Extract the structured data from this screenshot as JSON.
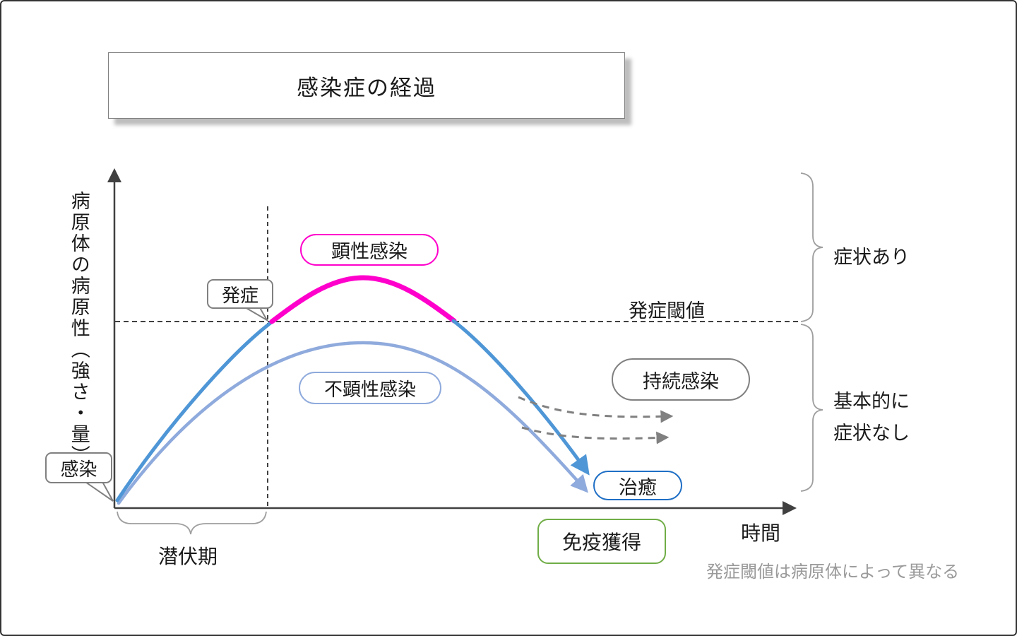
{
  "title": "感染症の経過",
  "axes": {
    "y_label": "病原体の病原性（強さ・量）",
    "x_label": "時間"
  },
  "threshold": {
    "label": "発症閾値",
    "footnote": "発症閾値は病原体によって異なる"
  },
  "callouts": {
    "infection": "感染",
    "onset": "発症"
  },
  "curve_labels": {
    "apparent": "顕性感染",
    "inapparent": "不顕性感染",
    "persistent": "持続感染",
    "cure": "治癒",
    "immunity": "免疫獲得"
  },
  "period_label": "潜伏期",
  "brace_labels": {
    "symptomatic": "症状あり",
    "asymptomatic_line1": "基本的に",
    "asymptomatic_line2": "症状なし"
  },
  "colors": {
    "apparent_above_threshold": "#FF00CC",
    "apparent_curve": "#4E96D6",
    "inapparent_curve": "#8FAADC",
    "persistent_arrows": "#808080",
    "cure_border": "#1F6FC5",
    "immunity_border": "#70AD47",
    "axis": "#404040",
    "footnote_text": "#9A9A9A"
  }
}
